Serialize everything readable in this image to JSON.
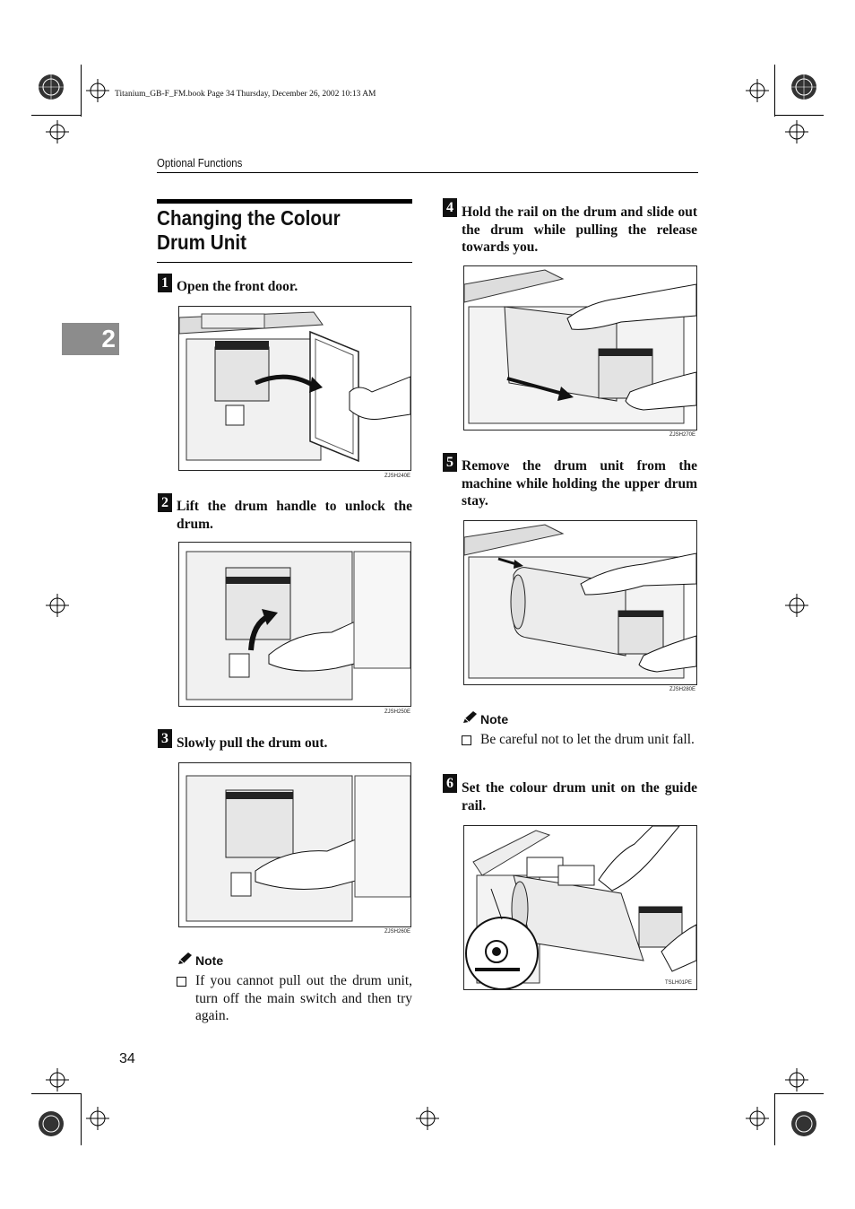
{
  "slug": "Titanium_GB-F_FM.book  Page 34  Thursday, December 26, 2002  10:13 AM",
  "running_head": "Optional Functions",
  "chapter_tab": "2",
  "section_title": "Changing the Colour Drum Unit",
  "steps": [
    {
      "number": "1",
      "text": "Open the front door.",
      "figure_code": "ZJSH240E"
    },
    {
      "number": "2",
      "text": "Lift the drum handle to unlock the drum.",
      "figure_code": "ZJSH250E"
    },
    {
      "number": "3",
      "text": "Slowly pull the drum out.",
      "figure_code": "ZJSH260E"
    },
    {
      "number": "4",
      "text": "Hold the rail on the drum and slide out the drum while pulling the release towards you.",
      "figure_code": "ZJSH270E"
    },
    {
      "number": "5",
      "text": "Remove the drum unit from the machine while holding the upper drum stay.",
      "figure_code": "ZJSH280E"
    },
    {
      "number": "6",
      "text": "Set the colour drum unit on the guide rail.",
      "figure_code": "TSLH01PE"
    }
  ],
  "notes": [
    {
      "heading": "Note",
      "items": [
        "If you cannot pull out the drum unit, turn off the main switch and then try again."
      ]
    },
    {
      "heading": "Note",
      "items": [
        "Be careful not to let the drum unit fall."
      ]
    }
  ],
  "page_number": "34"
}
